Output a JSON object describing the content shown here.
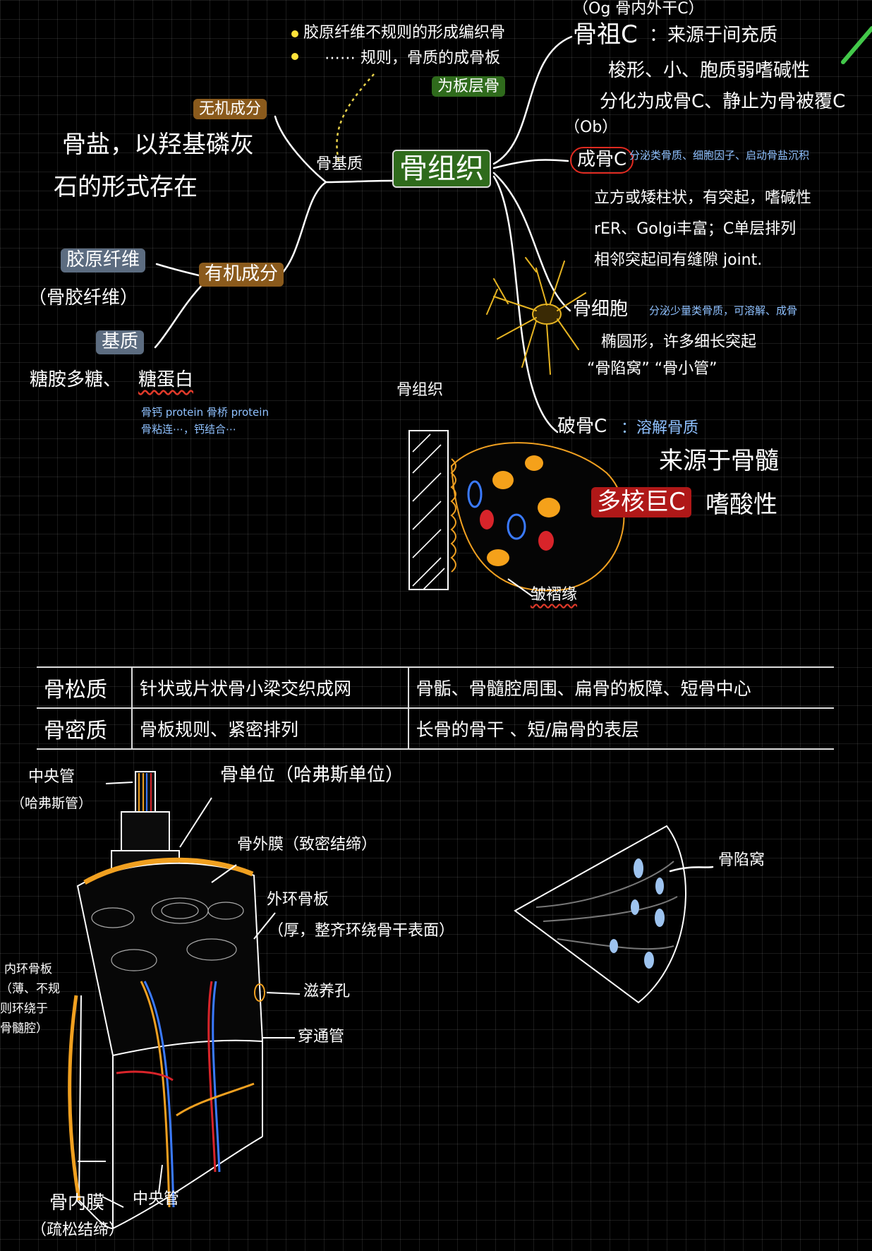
{
  "mindmap": {
    "center": "骨组织",
    "matrix": "骨基质",
    "inorganic": {
      "label": "无机成分",
      "desc_line1": "骨盐，以羟基磷灰",
      "desc_line2": "石的形式存在"
    },
    "organic": {
      "label": "有机成分",
      "fiber": "胶原纤维",
      "fiber_alias": "（骨胶纤维）",
      "ground": "基质",
      "ground_desc_a": "糖胺多糖、",
      "ground_desc_b": "糖蛋白",
      "ground_note_line1": "骨钙 protein 骨桥 protein",
      "ground_note_line2": "骨粘连⋯，钙结合⋯"
    },
    "fiber_types": {
      "irregular": "胶原纤维不规则的形成编织骨",
      "regular_line1": "⋯⋯ 规则，骨质的成骨板",
      "regular_line2": "为板层骨"
    },
    "osteoprogenitor": {
      "abbr": "（Og 骨内外干C）",
      "label": "骨祖C",
      "desc1": "：来源于间充质",
      "desc2": "梭形、小、胞质弱嗜碱性",
      "desc3": "分化为成骨C、静止为骨被覆C"
    },
    "osteoblast": {
      "abbr": "（Ob）",
      "label": "成骨C",
      "note": "分泌类骨质、细胞因子、启动骨盐沉积",
      "desc1": "立方或矮柱状，有突起，嗜碱性",
      "desc2": "rER、Golgi丰富；C单层排列",
      "desc3": "相邻突起间有缝隙 joint."
    },
    "osteocyte": {
      "label": "骨细胞",
      "note": "分泌少量类骨质，可溶解、成骨",
      "desc1": "椭圆形，许多细长突起",
      "desc2": "“骨陷窝” “骨小管”"
    },
    "osteoclast": {
      "label": "破骨C",
      "desc1": "：溶解骨质",
      "origin": "来源于骨髓",
      "multi": "多核巨C",
      "stain": "嗜酸性"
    }
  },
  "osteoclast_sketch": {
    "bone_label": "骨组织",
    "ruffled": "皱褶缘"
  },
  "comparison_table": {
    "rows": [
      {
        "name": "骨松质",
        "structure": "针状或片状骨小梁交织成网",
        "location": "骨骺、骨髓腔周围、扁骨的板障、短骨中心"
      },
      {
        "name": "骨密质",
        "structure": "骨板规则、紧密排列",
        "location": "长骨的骨干 、短/扁骨的表层"
      }
    ]
  },
  "osteon_diagram": {
    "central_canal_line1": "中央管",
    "central_canal_line2": "（哈弗斯管）",
    "osteon": "骨单位（哈弗斯单位）",
    "periosteum": "骨外膜（致密结缔）",
    "outer_lamellae_line1": "外环骨板",
    "outer_lamellae_line2": "（厚，整齐环绕骨干表面）",
    "nutrient_foramen": "滋养孔",
    "perforating_canal": "穿通管",
    "inner_lamellae_line1": "内环骨板",
    "inner_lamellae_line2": "（薄、不规",
    "inner_lamellae_line3": "则环绕于",
    "inner_lamellae_line4": "骨髓腔）",
    "central_canal_bottom": "中央管",
    "endosteum_line1": "骨内膜",
    "endosteum_line2": "（疏松结缔）",
    "lacuna": "骨陷窝"
  },
  "colors": {
    "grid": "#1e1e1e",
    "accent_green": "#2f6b1c",
    "accent_brown": "#8a5a1c",
    "accent_red": "#b01818",
    "note_blue": "#8fc1ff",
    "osteocyte_yellow": "#e6b422",
    "periosteum_orange": "#f0a020"
  }
}
